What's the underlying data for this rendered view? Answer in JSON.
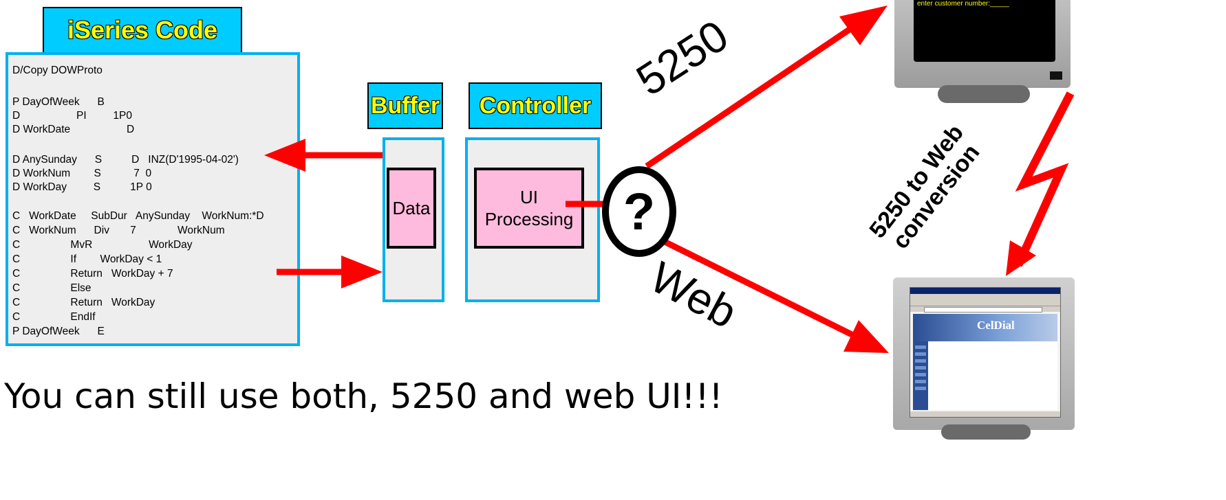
{
  "iseries_title": "iSeries Code",
  "buffer_title": "Buffer",
  "controller_title": "Controller",
  "code_lines": [
    "D/Copy DOWProto",
    "P DayOfWeek      B",
    "D                   PI         1P0",
    "D WorkDate                   D",
    "D AnySunday      S          D   INZ(D'1995-04-02')",
    "D WorkNum        S           7  0",
    "D WorkDay         S          1P 0",
    "C   WorkDate     SubDur   AnySunday    WorkNum:*D",
    "C   WorkNum      Div       7              WorkNum",
    "C                 MvR                   WorkDay",
    "C                 If        WorkDay < 1",
    "C                 Return   WorkDay + 7",
    "C                 Else",
    "C                 Return   WorkDay",
    "C                 EndIf",
    "P DayOfWeek      E"
  ],
  "data_label": "Data",
  "ui_label_line1": "UI",
  "ui_label_line2": "Processing",
  "question_mark": "?",
  "label_5250": "5250",
  "label_web": "Web",
  "conversion_label_line1": "5250 to Web",
  "conversion_label_line2": "conversion",
  "terminal_text": "enter customer number:_____",
  "web_logo": "CelDial",
  "bottom_text": "You can still use both, 5250 and web UI!!!",
  "colors": {
    "arrow": "#ff0000",
    "title_bg": "#00ccff",
    "title_text": "#ffff00",
    "panel_border": "#00b0f0",
    "panel_bg": "#eeeeee",
    "pink_box": "#ffbbdd"
  }
}
